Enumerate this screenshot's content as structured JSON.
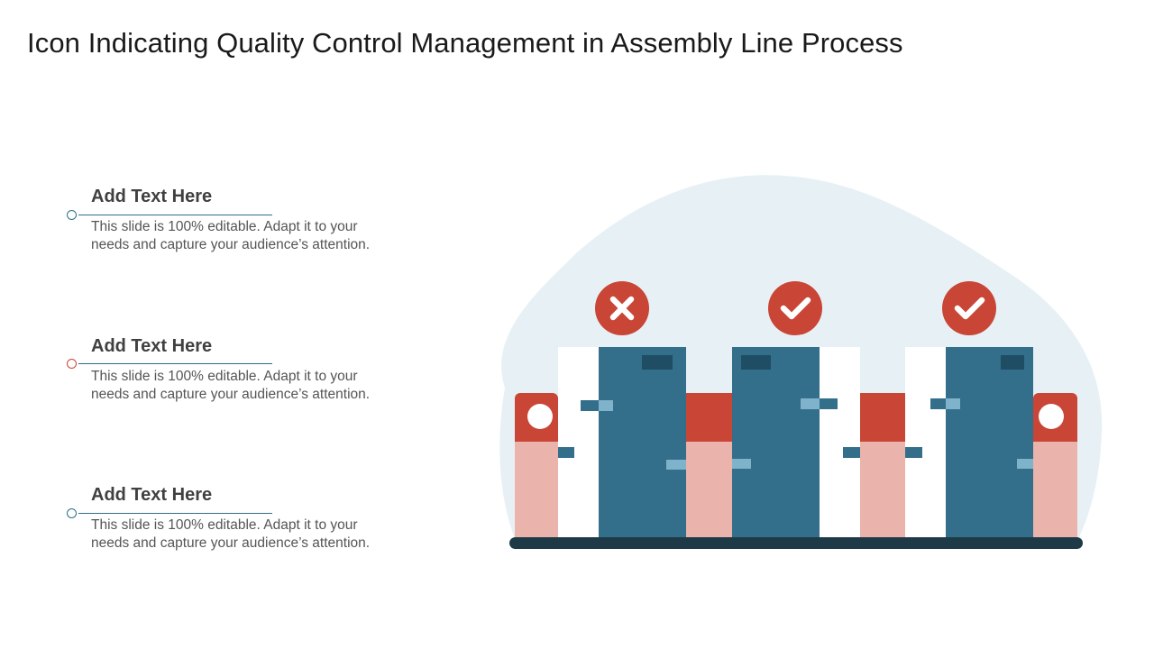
{
  "title": "Icon Indicating Quality Control Management in Assembly Line Process",
  "items": [
    {
      "heading": "Add Text Here",
      "body": "This slide is 100% editable. Adapt it to your needs and capture your audience’s attention.",
      "marker_color": "#2f6f86"
    },
    {
      "heading": "Add Text Here",
      "body": "This slide is 100% editable. Adapt it to your needs and capture your audience’s attention.",
      "marker_color": "#c94535"
    },
    {
      "heading": "Add Text Here",
      "body": "This slide is 100% editable. Adapt it to your needs and capture your audience’s attention.",
      "marker_color": "#2f6f86"
    }
  ],
  "illustration": {
    "status_icons": [
      "close-icon",
      "checkmark-icon",
      "checkmark-icon"
    ],
    "colors": {
      "background_blob": "#e7f1f5",
      "box_blue": "#336e8b",
      "box_white": "#ffffff",
      "box_red": "#c94535",
      "box_pink": "#eab3ab",
      "tape": "#7fb3cc",
      "conveyor": "#1d3a46"
    }
  }
}
